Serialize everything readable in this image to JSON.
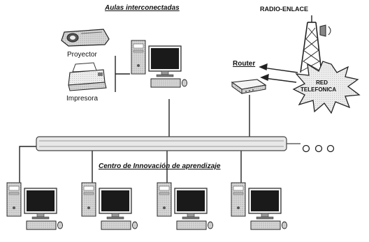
{
  "labels": {
    "aulas": "Aulas interconectadas",
    "radio_enlace": "RADIO-ENLACE",
    "proyector": "Proyector",
    "impresora": "Impresora",
    "router": "Router",
    "red_telefonica_line1": "RED",
    "red_telefonica_line2": "TELEFONICA",
    "centro": "Centro de Innovación de aprendizaje"
  },
  "icons": {
    "computer": "desktop-computer-icon",
    "projector": "projector-icon",
    "printer": "printer-icon",
    "router": "router-icon",
    "antenna": "radio-tower-icon",
    "cloud": "telephone-network-cloud-icon"
  },
  "colors": {
    "line": "#222222",
    "bus": "#e6e6e6",
    "monitor_screen": "#1a1a1a",
    "tower_body": "#cfcfcf"
  }
}
